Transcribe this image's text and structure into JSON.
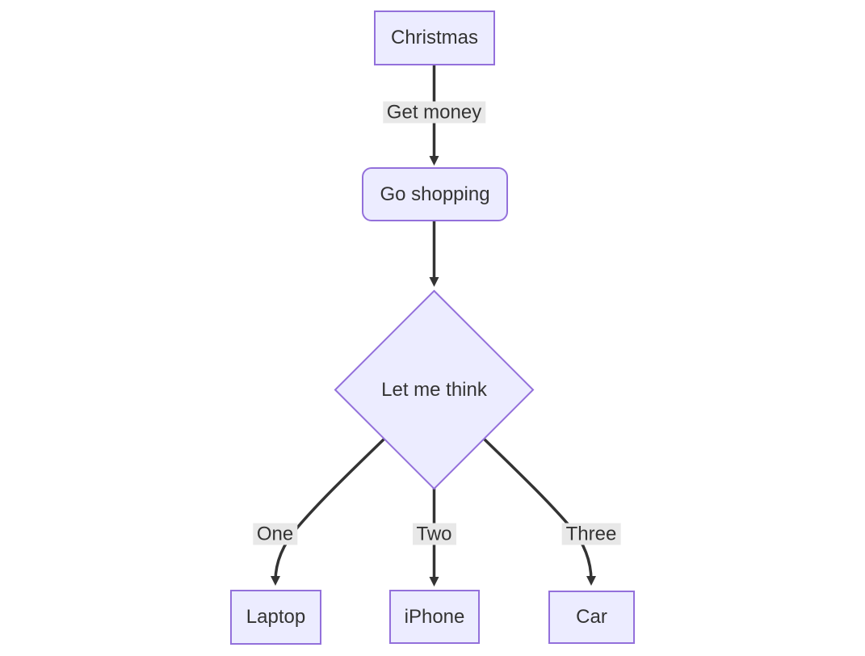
{
  "diagram": {
    "type": "flowchart",
    "direction": "top-down",
    "nodes": [
      {
        "id": "christmas",
        "label": "Christmas",
        "shape": "rectangle"
      },
      {
        "id": "go-shopping",
        "label": "Go shopping",
        "shape": "rounded-rectangle"
      },
      {
        "id": "let-me-think",
        "label": "Let me think",
        "shape": "diamond"
      },
      {
        "id": "laptop",
        "label": "Laptop",
        "shape": "rectangle"
      },
      {
        "id": "iphone",
        "label": "iPhone",
        "shape": "rectangle"
      },
      {
        "id": "car",
        "label": "Car",
        "shape": "rectangle"
      }
    ],
    "edges": [
      {
        "from": "christmas",
        "to": "go-shopping",
        "label": "Get money"
      },
      {
        "from": "go-shopping",
        "to": "let-me-think",
        "label": ""
      },
      {
        "from": "let-me-think",
        "to": "laptop",
        "label": "One"
      },
      {
        "from": "let-me-think",
        "to": "iphone",
        "label": "Two"
      },
      {
        "from": "let-me-think",
        "to": "car",
        "label": "Three"
      }
    ],
    "colors": {
      "node_fill": "#ECECFF",
      "node_border": "#9370DB",
      "edge_line": "#333333",
      "arrowhead": "#333333",
      "text": "#333333",
      "edge_label_background": "#e8e8e8",
      "background": "#ffffff"
    }
  }
}
